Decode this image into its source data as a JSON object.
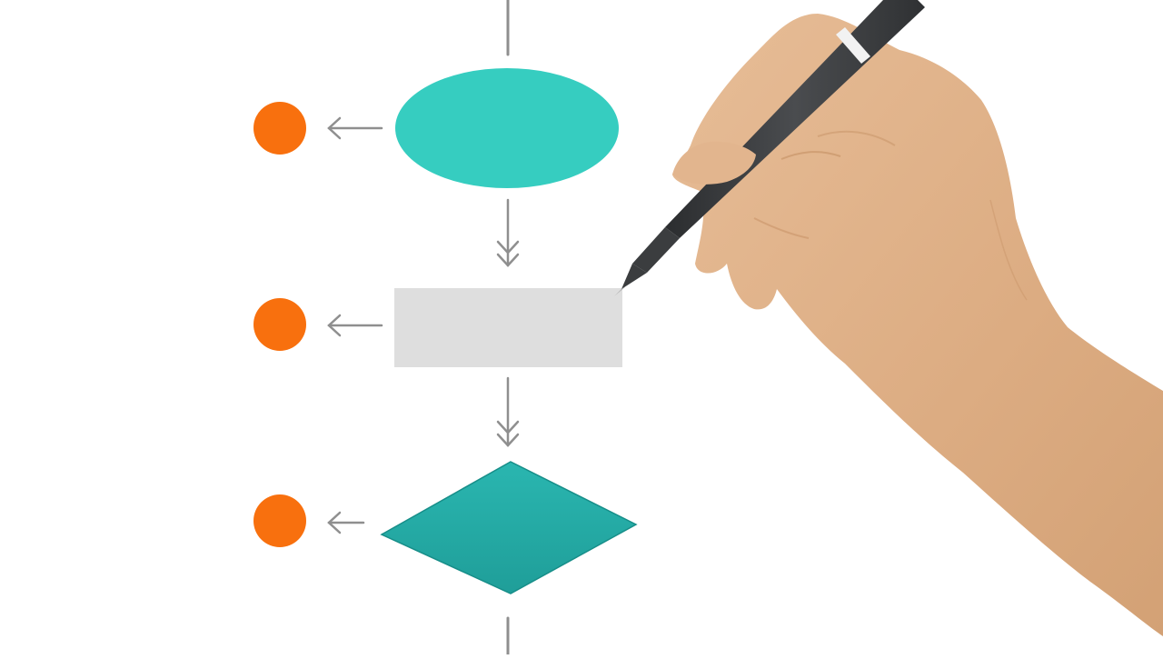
{
  "colors": {
    "background": "#ffffff",
    "ellipse_fill": "#36cdc0",
    "process_fill": "#dedede",
    "decision_fill": "#23ada8",
    "decision_shadow": "#1c8b87",
    "marker_fill": "#f8700e",
    "connector": "#8f8f8f",
    "skin": "#e2b58e",
    "skin_shadow": "#c99569",
    "pen_body": "#3b3d3f",
    "pen_band": "#f2f2f2",
    "pen_tip": "#a8a8a8"
  },
  "diagram": {
    "nodes": [
      {
        "id": "start",
        "shape": "ellipse",
        "marker": "orange-circle"
      },
      {
        "id": "process",
        "shape": "rectangle",
        "marker": "orange-circle"
      },
      {
        "id": "decision",
        "shape": "diamond",
        "marker": "orange-circle"
      }
    ],
    "edges": [
      {
        "from": "above",
        "to": "start",
        "style": "line"
      },
      {
        "from": "start",
        "to": "process",
        "style": "double-chevron"
      },
      {
        "from": "process",
        "to": "decision",
        "style": "double-chevron"
      },
      {
        "from": "decision",
        "to": "below",
        "style": "line"
      },
      {
        "from": "start",
        "to": "marker-1",
        "style": "arrow-left"
      },
      {
        "from": "process",
        "to": "marker-2",
        "style": "arrow-left"
      },
      {
        "from": "decision",
        "to": "marker-3",
        "style": "arrow-left"
      }
    ]
  },
  "illustration": {
    "subject": "hand-holding-pen",
    "pen_icon": "ballpoint-pen-icon"
  }
}
